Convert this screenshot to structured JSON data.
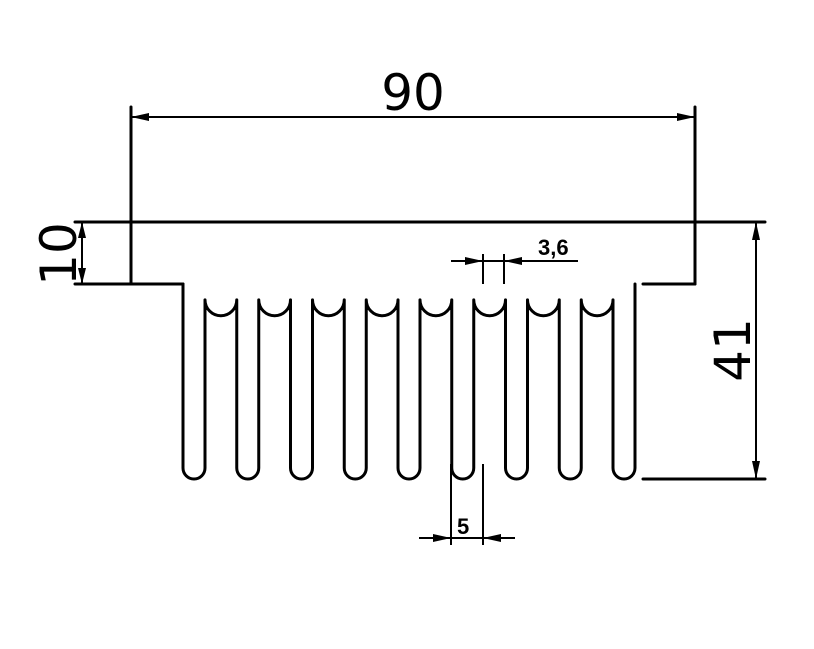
{
  "dimensions": {
    "width_label": "90",
    "base_thickness_label": "10",
    "total_height_label": "41",
    "fin_thickness_label": "3,6",
    "fin_gap_label": "5"
  },
  "profile": {
    "fin_count": 9
  },
  "colors": {
    "line": "#000000",
    "background": "#ffffff"
  }
}
